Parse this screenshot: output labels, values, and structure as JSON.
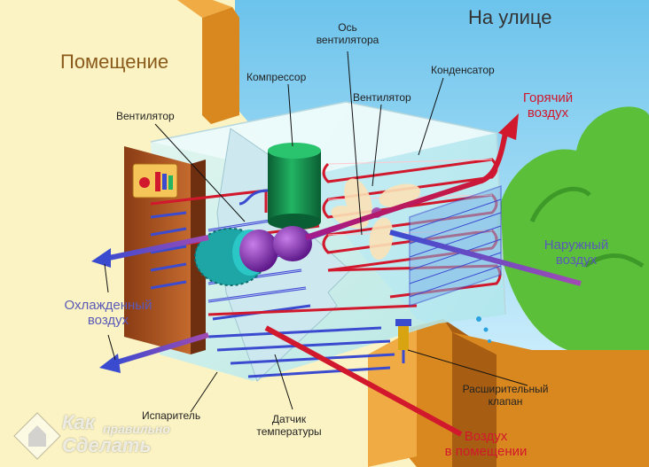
{
  "labels": {
    "outside": "На улице",
    "room": "Помещение",
    "fan_axis": "Ось\nвентилятора",
    "compressor": "Компрессор",
    "condenser": "Конденсатор",
    "fan_left": "Вентилятор",
    "fan_right": "Вентилятор",
    "hot_air": "Горячий\nвоздух",
    "outside_air": "Наружный\nвоздух",
    "cooled_air": "Охлажденный\nвоздух",
    "expansion_valve": "Расширительный\nклапан",
    "evaporator": "Испаритель",
    "temp_sensor": "Датчик\nтемпературы",
    "room_air": "Воздух\nв помещении"
  },
  "watermark": {
    "line1": "Как",
    "line2": "правильно",
    "line3": "Сделать"
  },
  "colors": {
    "sky": "#8fd3f0",
    "wall_room": "#fbf3c3",
    "wall_frame": "#d9881f",
    "hot_red": "#d1182c",
    "cool_blue": "#3b4bd0",
    "compressor_green": "#0f8a4a",
    "fan_motor_purple": "#7b2aa8",
    "tree_green": "#5bbf3a"
  }
}
